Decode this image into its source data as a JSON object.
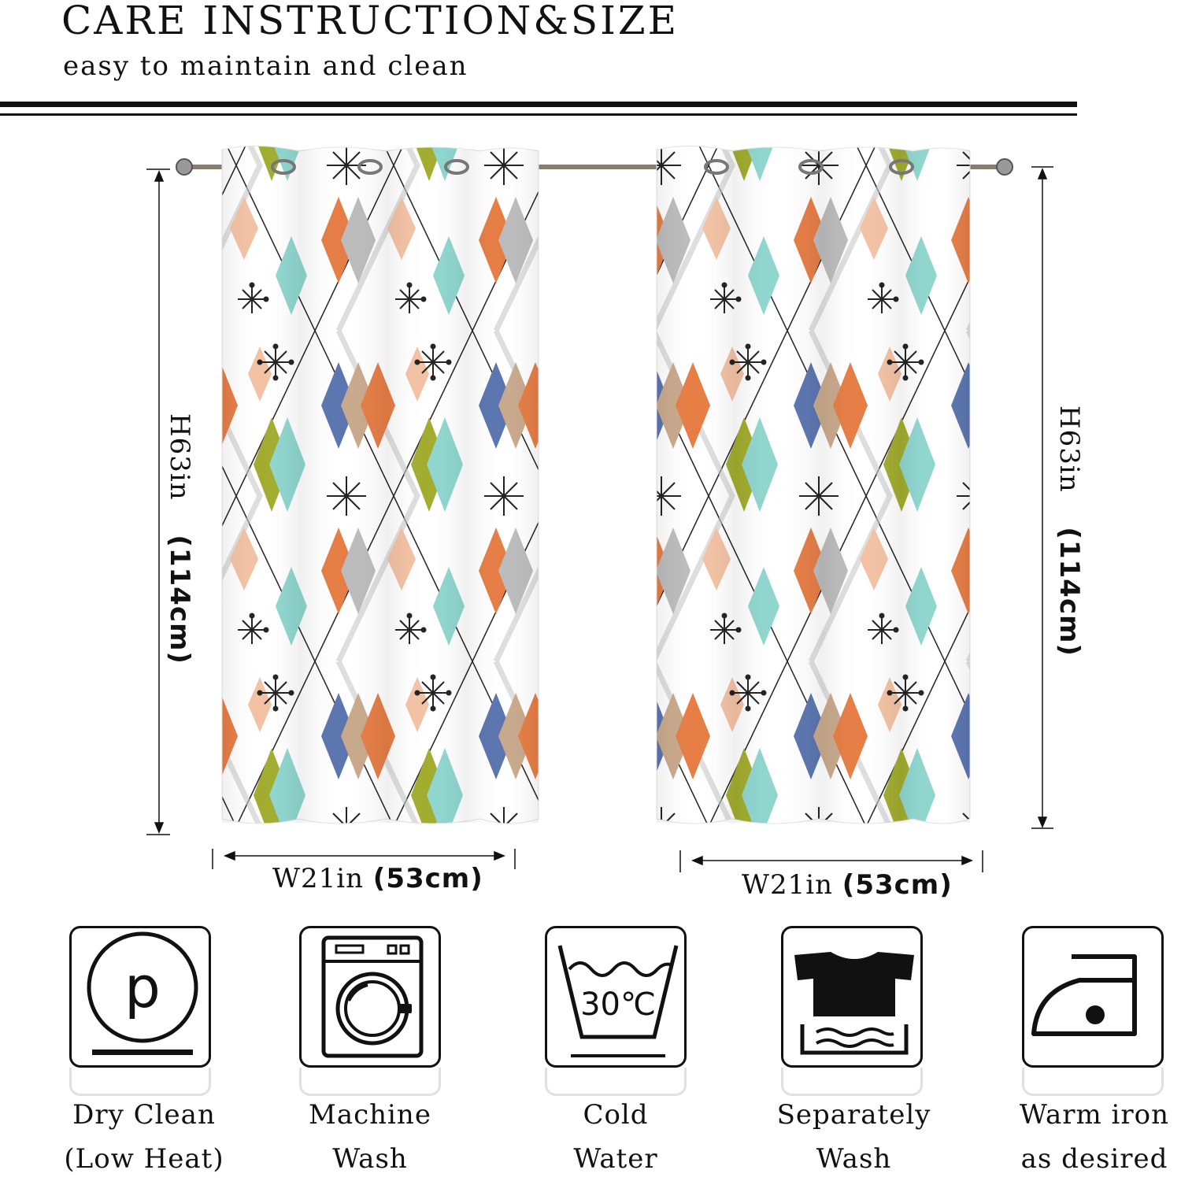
{
  "header": {
    "title": "CARE INSTRUCTION&SIZE",
    "subtitle": "easy to maintain and clean"
  },
  "panels": [
    {
      "height_label": "H63in",
      "height_cm": "(114cm)",
      "width_label": "W21in",
      "width_cm": "(53cm)"
    },
    {
      "height_label": "H63in",
      "height_cm": "(114cm)",
      "width_label": "W21in",
      "width_cm": "(53cm)"
    }
  ],
  "care": [
    {
      "icon": "dry-clean-icon",
      "line1": "Dry Clean",
      "line2": "(Low Heat)",
      "symbol": "p"
    },
    {
      "icon": "washing-machine-icon",
      "line1": "Machine",
      "line2": "Wash"
    },
    {
      "icon": "wash-tub-icon",
      "line1": "Cold",
      "line2": "Water",
      "symbol": "30℃"
    },
    {
      "icon": "separate-wash-icon",
      "line1": "Separately",
      "line2": "Wash"
    },
    {
      "icon": "iron-icon",
      "line1": "Warm iron",
      "line2": "as desired"
    }
  ],
  "colors": {
    "blue": "#5b75b0",
    "orange": "#e67d45",
    "peach": "#f3c2a4",
    "teal": "#8fd6cf",
    "olive": "#a2ad2f",
    "tan": "#c9a98c",
    "gray": "#bcbcbc",
    "ink": "#222222"
  }
}
